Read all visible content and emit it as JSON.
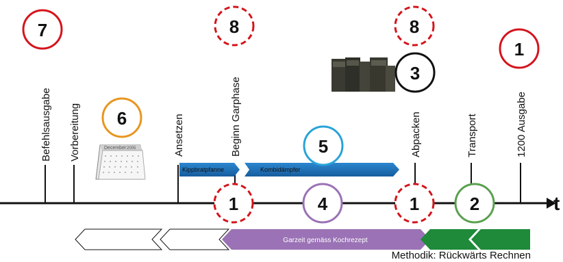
{
  "timeline": {
    "axis_label": "t",
    "events": [
      {
        "label": "Befehlsausgabe"
      },
      {
        "label": "Vorbereitung"
      },
      {
        "label": "Ansetzen"
      },
      {
        "label": "Beginn Garphase"
      },
      {
        "label": "Abpacken"
      },
      {
        "label": "Transport"
      },
      {
        "label": "1200 Ausgabe"
      }
    ]
  },
  "markers": [
    {
      "number": "7",
      "style": "red-solid"
    },
    {
      "number": "8",
      "style": "red-dashed"
    },
    {
      "number": "8",
      "style": "red-dashed"
    },
    {
      "number": "1",
      "style": "red-solid"
    },
    {
      "number": "3",
      "style": "black-solid"
    },
    {
      "number": "6",
      "style": "orange-solid"
    },
    {
      "number": "5",
      "style": "blue-solid"
    },
    {
      "number": "1",
      "style": "red-dashed"
    },
    {
      "number": "4",
      "style": "purple-solid"
    },
    {
      "number": "1",
      "style": "red-dashed"
    },
    {
      "number": "2",
      "style": "green-solid"
    }
  ],
  "equipment": {
    "kippbratpfanne": "Kippbratpfanne",
    "kombidaempfer": "Kombidämpfer"
  },
  "calendar": {
    "month": "December",
    "year": "2005"
  },
  "bottom_bar": {
    "garzeit": "Garzeit gemäss Kochrezept"
  },
  "caption": "Methodik: Rückwärts Rechnen",
  "colors": {
    "red": "#d4141c",
    "orange": "#e8961e",
    "blue": "#29a3d8",
    "bar_blue": "#1f6fb8",
    "purple": "#9a72b5",
    "green": "#1e8a3a",
    "green_circle": "#5aa04f"
  }
}
